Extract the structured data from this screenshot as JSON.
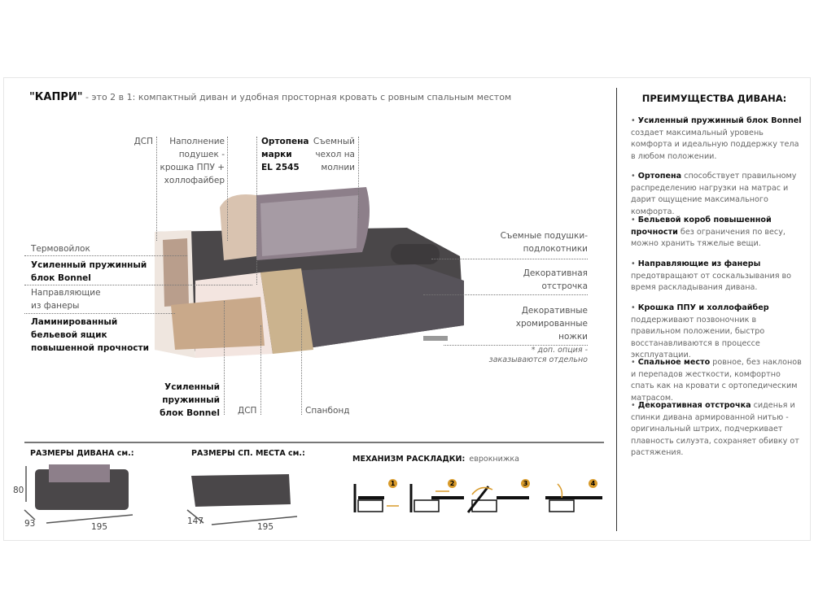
{
  "intro": {
    "name": "\"КАПРИ\"",
    "text": " - это 2 в 1: компактный диван и удобная просторная кровать с ровным спальным местом"
  },
  "callouts": {
    "dsp_top": "ДСП",
    "filling": [
      "Наполнение",
      "подушек -",
      "крошка ППУ +",
      "холлофайбер"
    ],
    "ortopena": [
      "Ортопена",
      "марки",
      "EL 2545"
    ],
    "cover": [
      "Съемный",
      "чехол на",
      "молнии"
    ],
    "thermo": "Термовойлок",
    "bonnel_left": [
      "Усиленный пружинный",
      "блок Bonnel"
    ],
    "guides": [
      "Направляющие",
      "из фанеры"
    ],
    "box": [
      "Ламинированный",
      "бельевой ящик",
      "повышенной прочности"
    ],
    "armrests": [
      "Съемные подушки-",
      "подлокотники"
    ],
    "stitch": [
      "Декоративная",
      "отстрочка"
    ],
    "legs": [
      "Декоративные",
      "хромированные",
      "ножки"
    ],
    "legs_note": [
      "* доп. опция -",
      "заказываются отдельно"
    ],
    "bonnel_bottom": [
      "Усиленный",
      "пружинный",
      "блок Bonnel"
    ],
    "dsp_bottom": "ДСП",
    "spunbond": "Спанбонд"
  },
  "advantages": {
    "title": "ПРЕИМУЩЕСТВА ДИВАНА:",
    "items": [
      {
        "bold": "Усиленный пружинный блок Bonnel",
        "text": " создает максимальный уровень комфорта и идеальную поддержку тела в любом положении."
      },
      {
        "bold": "Ортопена",
        "text": " способствует правильному распределению нагрузки на матрас и дарит ощущение максимального комфорта."
      },
      {
        "bold": "Бельевой короб повышенной прочности",
        "text": " без ограничения по весу, можно хранить тяжелые вещи."
      },
      {
        "bold": "Направляющие из фанеры",
        "text": " предотвращают от соскальзывания во время раскладывания дивана."
      },
      {
        "bold": "Крошка ППУ и холлофайбер",
        "text": " поддерживают позвоночник в правильном положении, быстро восстанавливаются в процессе эксплуатации."
      },
      {
        "bold": "Спальное место",
        "text": " ровное, без наклонов и перепадов жесткости, комфортно спать как на кровати с ортопедическим матрасом."
      },
      {
        "bold": "Декоративная отстрочка",
        "text": " сиденья и спинки дивана армированной нитью - оригинальный штрих, подчеркивает плавность силуэта, сохраняет обивку от растяжения."
      }
    ]
  },
  "dimensions": {
    "sofa": {
      "title": "РАЗМЕРЫ ДИВАНА см.:",
      "height": "80",
      "depth": "93",
      "width": "195"
    },
    "bed": {
      "title": "РАЗМЕРЫ СП. МЕСТА см.:",
      "depth": "147",
      "width": "195"
    },
    "mechanism": {
      "title": "МЕХАНИЗМ РАСКЛАДКИ:",
      "value": "еврокнижка",
      "steps": [
        "1",
        "2",
        "3",
        "4"
      ]
    }
  },
  "colors": {
    "fabric": "#4a4749",
    "accent": "#d89a2a",
    "beige": "#d9c3b0"
  }
}
